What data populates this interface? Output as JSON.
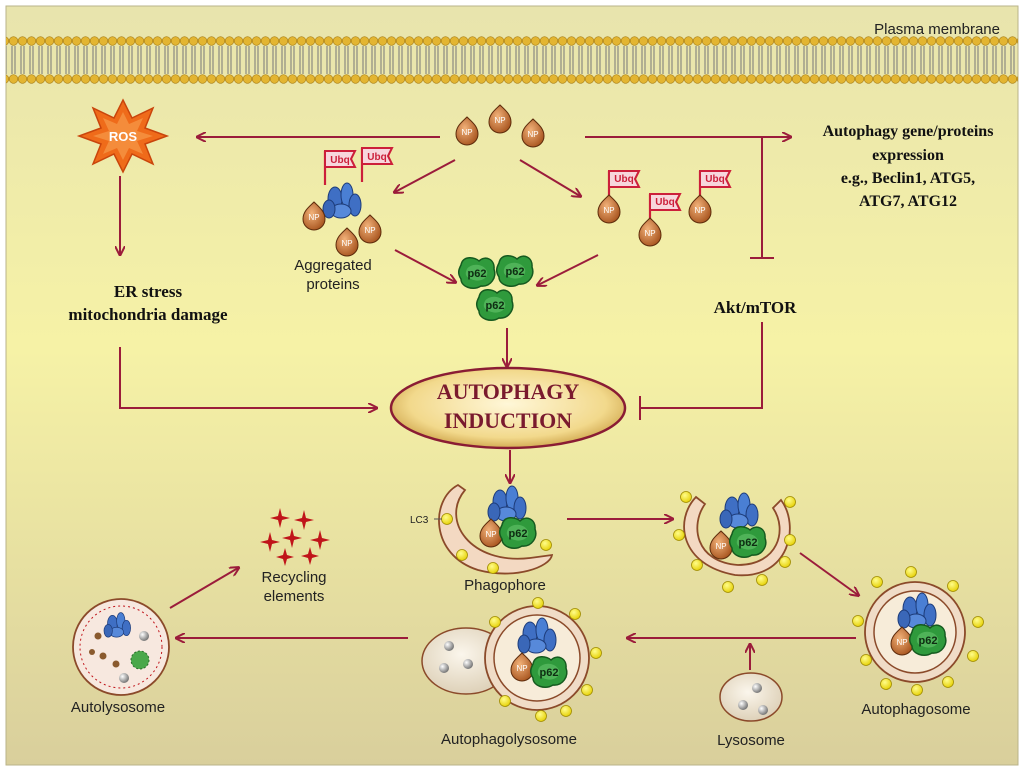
{
  "labels": {
    "plasma_membrane": "Plasma membrane",
    "ros": "ROS",
    "ubq": "Ubq",
    "np": "NP",
    "p62": "p62",
    "aggregated_line1": "Aggregated",
    "aggregated_line2": "proteins",
    "er_stress_line1": "ER stress",
    "er_stress_line2": "mitochondria damage",
    "gene_line1": "Autophagy gene/proteins",
    "gene_line2": "expression",
    "gene_line3": "e.g., Beclin1, ATG5,",
    "gene_line4": "ATG7, ATG12",
    "akt": "Akt/mTOR",
    "induction_line1": "AUTOPHAGY",
    "induction_line2": "INDUCTION",
    "lc3": "LC3",
    "phagophore": "Phagophore",
    "autophagosome": "Autophagosome",
    "lysosome": "Lysosome",
    "autophagolysosome": "Autophagolysosome",
    "autolysosome": "Autolysosome",
    "recycling_line1": "Recycling",
    "recycling_line2": "elements"
  },
  "colors": {
    "background_top": "#e6e2a8",
    "background_bottom": "#d8cf9a",
    "arrow": "#9b1c3b",
    "np_fill": "#c8682a",
    "ubq_flag": "#cc1f3a",
    "protein_blue": "#3f6fc4",
    "p62_green": "#2f9a3c",
    "lc3_yellow": "#f4e600",
    "membrane_bead": "#e3b531",
    "ros_orange": "#ef6b1a",
    "recycling_red": "#c0141a"
  }
}
